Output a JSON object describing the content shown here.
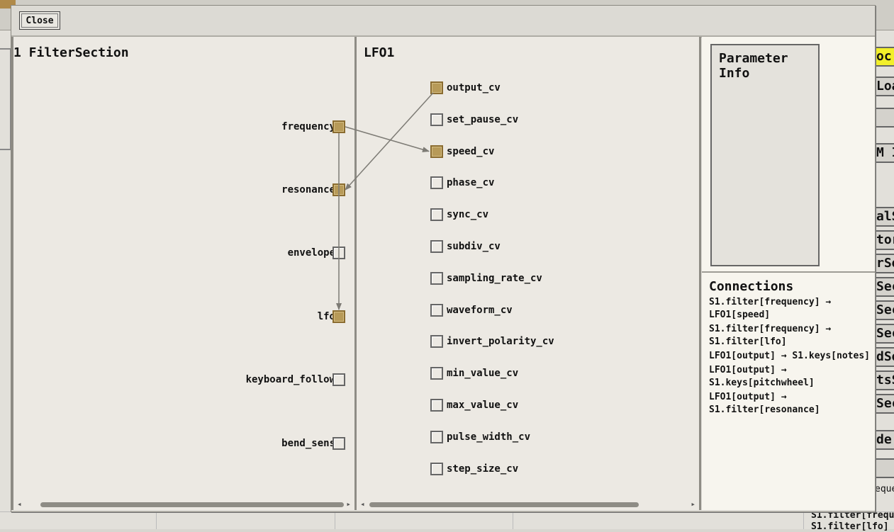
{
  "background": {
    "right_chips": [
      {
        "text": "oc",
        "highlight": true
      },
      {
        "text": "Loa",
        "highlight": false
      },
      {
        "text": "",
        "highlight": false
      },
      {
        "text": "M I",
        "highlight": false
      },
      {
        "text": "alS",
        "highlight": false
      },
      {
        "text": "tor",
        "highlight": false
      },
      {
        "text": "rSe",
        "highlight": false
      },
      {
        "text": "Sec",
        "highlight": false
      },
      {
        "text": "Sec",
        "highlight": false
      },
      {
        "text": "Sec",
        "highlight": false
      },
      {
        "text": "dSe",
        "highlight": false
      },
      {
        "text": "tsS",
        "highlight": false
      },
      {
        "text": "Sec",
        "highlight": false
      },
      {
        "text": "de",
        "highlight": false
      },
      {
        "text": "",
        "highlight": false
      }
    ],
    "right_text_1": "eque",
    "bottom_text_1": "S1.filter[freque",
    "bottom_text_2": "S1.filter[lfo]"
  },
  "modal": {
    "close_label": "Close",
    "left_panel": {
      "title": "1 FilterSection",
      "ports": [
        {
          "label": "frequency",
          "active": true
        },
        {
          "label": "resonance",
          "active": true
        },
        {
          "label": "envelope",
          "active": false
        },
        {
          "label": "lfo",
          "active": true
        },
        {
          "label": "keyboard_follow",
          "active": false
        },
        {
          "label": "bend_sens",
          "active": false
        }
      ]
    },
    "middle_panel": {
      "title": "LFO1",
      "ports": [
        {
          "label": "output_cv",
          "active": true
        },
        {
          "label": "set_pause_cv",
          "active": false
        },
        {
          "label": "speed_cv",
          "active": true
        },
        {
          "label": "phase_cv",
          "active": false
        },
        {
          "label": "sync_cv",
          "active": false
        },
        {
          "label": "subdiv_cv",
          "active": false
        },
        {
          "label": "sampling_rate_cv",
          "active": false
        },
        {
          "label": "waveform_cv",
          "active": false
        },
        {
          "label": "invert_polarity_cv",
          "active": false
        },
        {
          "label": "min_value_cv",
          "active": false
        },
        {
          "label": "max_value_cv",
          "active": false
        },
        {
          "label": "pulse_width_cv",
          "active": false
        },
        {
          "label": "step_size_cv",
          "active": false
        }
      ]
    },
    "parameter_info_title": "Parameter Info",
    "connections_title": "Connections",
    "connections": [
      "S1.filter[frequency] → LFO1[speed]",
      "S1.filter[frequency] → S1.filter[lfo]",
      "LFO1[output] → S1.keys[notes]",
      "LFO1[output] → S1.keys[pitchwheel]",
      "LFO1[output] → S1.filter[resonance]"
    ]
  }
}
